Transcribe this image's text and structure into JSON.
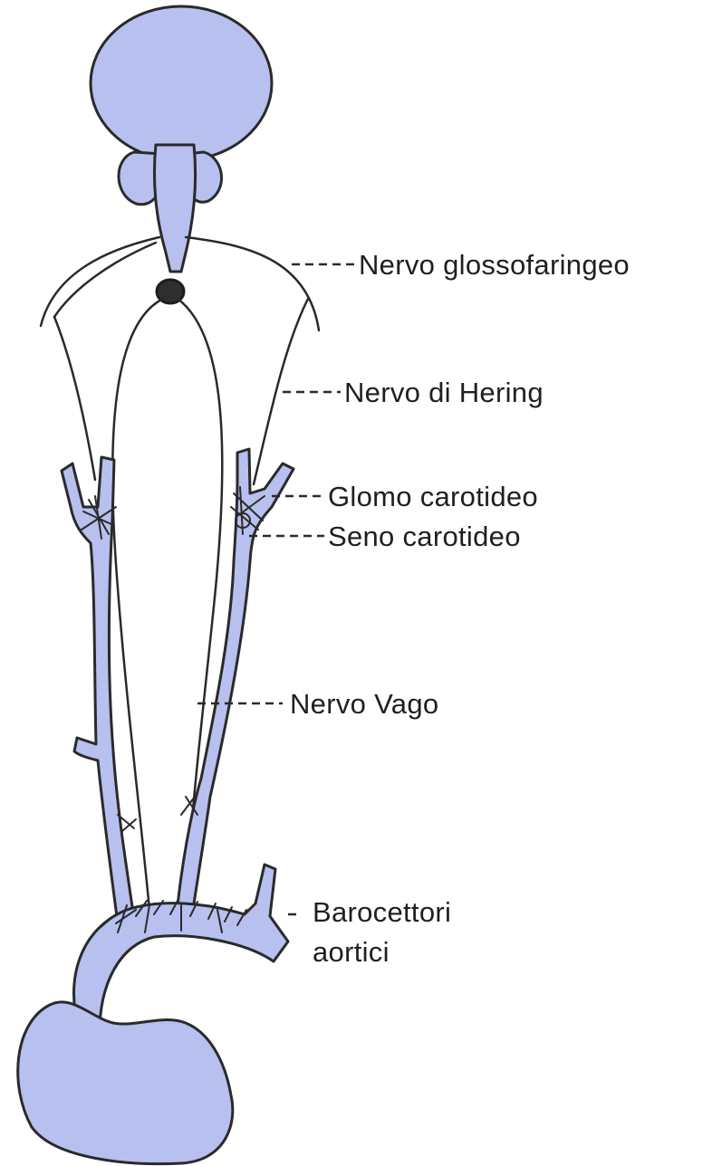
{
  "figure": {
    "colors": {
      "tissue": "#b7c0ee",
      "ink": "#2a2a2a",
      "background": "#ffffff"
    },
    "labels": {
      "glossopharyngeal": "Nervo glossofaringeo",
      "hering": "Nervo di Hering",
      "glomus": "Glomo carotideo",
      "sinus": "Seno carotideo",
      "vagus": "Nervo Vago",
      "aortic_line1": "Barocettori",
      "aortic_line2": "aortici"
    }
  }
}
